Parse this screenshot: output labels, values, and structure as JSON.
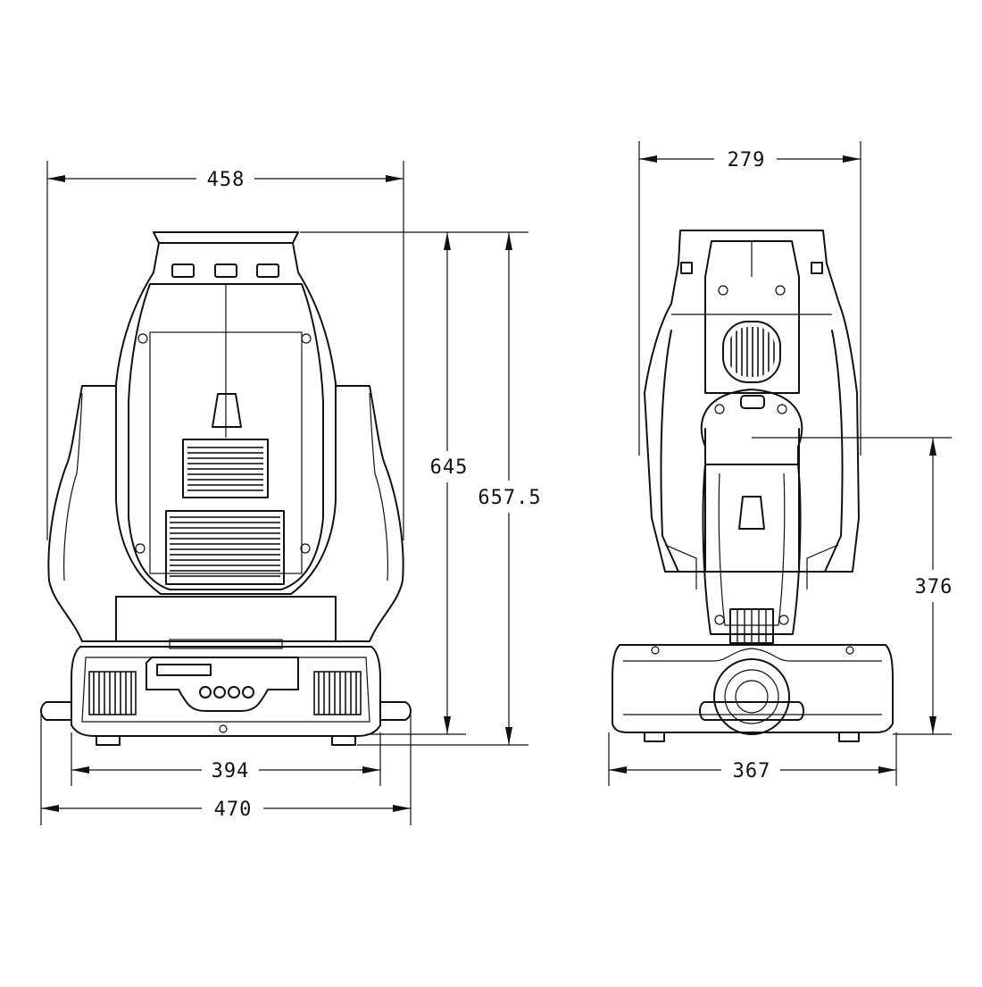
{
  "colors": {
    "line": "#111111",
    "background": "#ffffff"
  },
  "front_view": {
    "dimensions": {
      "head_width": "458",
      "base_width": "394",
      "overall_width": "470",
      "height_to_base_top": "645",
      "overall_height": "657.5"
    }
  },
  "side_view": {
    "dimensions": {
      "head_depth": "279",
      "base_depth": "367",
      "tilt_axis_height": "376"
    }
  }
}
